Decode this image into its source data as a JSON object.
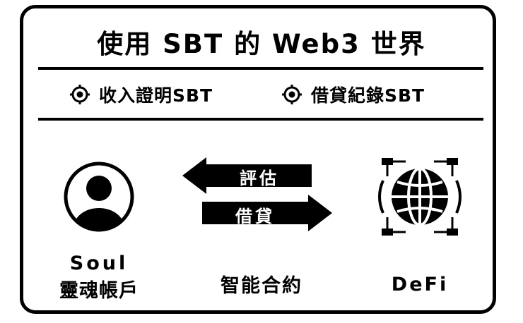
{
  "title": "使用 SBT 的 Web3 世界",
  "tags": [
    "收入證明SBT",
    "借貸紀錄SBT"
  ],
  "arrows": {
    "left_label": "評估",
    "right_label": "借貸"
  },
  "soul": {
    "line1": "Soul",
    "line2": "靈魂帳戶"
  },
  "contract_label": "智能合約",
  "defi_label": "DeFi",
  "icons": {
    "tag": "target-icon",
    "soul": "user-avatar-icon",
    "defi": "globe-network-icon"
  }
}
